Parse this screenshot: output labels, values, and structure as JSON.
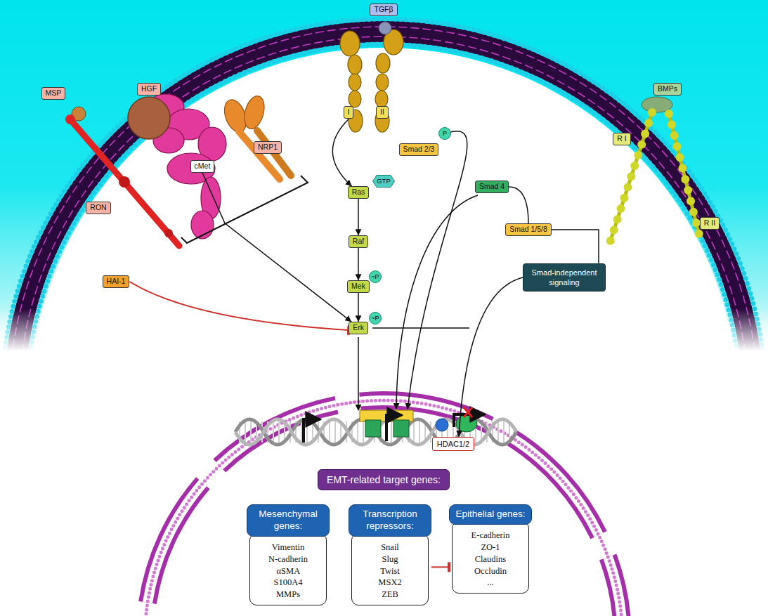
{
  "diagram": {
    "nodes": [
      {
        "text": [
          "TGFβ"
        ]
      },
      {
        "text": [
          "BMPs"
        ]
      },
      {
        "text": [
          "MSP"
        ]
      },
      {
        "text": [
          "HGF"
        ]
      },
      {
        "text": [
          "I"
        ]
      },
      {
        "text": [
          "II"
        ]
      },
      {
        "text": [
          "P"
        ]
      },
      {
        "text": [
          "R I"
        ]
      },
      {
        "text": [
          "NRP1"
        ]
      },
      {
        "text": [
          "Smad 2/3"
        ]
      },
      {
        "text": [
          "cMet"
        ]
      },
      {
        "text": [
          "GTP"
        ]
      },
      {
        "text": [
          "Smad 4"
        ]
      },
      {
        "text": [
          "Ras"
        ]
      },
      {
        "text": [
          "RON"
        ]
      },
      {
        "text": [
          "R II"
        ]
      },
      {
        "text": [
          "Smad 1/5/8"
        ]
      },
      {
        "text": [
          "Raf"
        ]
      },
      {
        "text": [
          "Smad-independent signaling"
        ]
      },
      {
        "text": [
          "HAI-1"
        ]
      },
      {
        "text": [
          "~P"
        ]
      },
      {
        "text": [
          "Mek"
        ]
      },
      {
        "text": [
          "~P"
        ]
      },
      {
        "text": [
          "Erk"
        ]
      },
      {
        "text": [
          "HDAC1/2"
        ]
      },
      {
        "text": [
          "EMT-related target genes:"
        ]
      },
      {
        "text": [
          "Mesenchymal genes:",
          "Vimentin N-cadherin αSMA S100A4 MMPs"
        ]
      },
      {
        "text": [
          "Transcription repressors:",
          "Snail Slug Twist MSX2 ZEB"
        ]
      },
      {
        "text": [
          "Epithelial genes:",
          "E-cadherin ZO-1 Claudins Occludin ..."
        ]
      }
    ],
    "edges": [
      {
        "from": 4,
        "to": 13,
        "arrow": "to"
      },
      {
        "from": 13,
        "to": 17,
        "arrow": "to"
      },
      {
        "from": 17,
        "to": 21,
        "arrow": "to"
      },
      {
        "from": 21,
        "to": 23,
        "arrow": "to"
      },
      {
        "from": 10,
        "to": 23,
        "arrow": "to"
      },
      {
        "from": 19,
        "to": 23,
        "arrow": "to"
      },
      {
        "from": 12,
        "to": 16,
        "arrow": "none"
      },
      {
        "from": 16,
        "to": 18,
        "arrow": "none"
      },
      {
        "from": 18,
        "to": 24,
        "arrow": "to"
      },
      {
        "from": 27,
        "to": 28,
        "arrow": "to"
      }
    ]
  }
}
